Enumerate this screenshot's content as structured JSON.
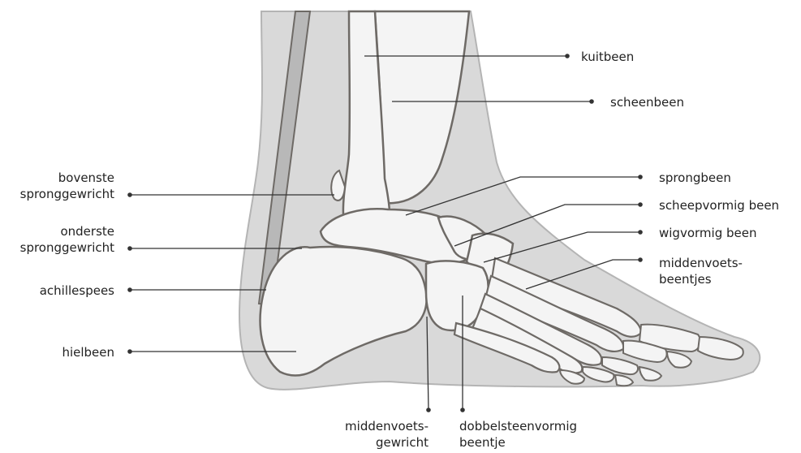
{
  "labels": {
    "kuitbeen": "kuitbeen",
    "scheenbeen": "scheenbeen",
    "sprongbeen": "sprongbeen",
    "scheepvormig_been": "scheepvormig been",
    "wigvormig_been": "wigvormig been",
    "middenvoetsbeentjes": [
      "middenvoets-",
      "beentjes"
    ],
    "bovenste_spronggewricht": [
      "bovenste",
      "spronggewricht"
    ],
    "onderste_spronggewricht": [
      "onderste",
      "spronggewricht"
    ],
    "achillespees": "achillespees",
    "hielbeen": "hielbeen",
    "middenvoetsgewricht": [
      "middenvoets-",
      "gewricht"
    ],
    "dobbelsteenvormig_beentje": [
      "dobbelsteenvormig",
      "beentje"
    ]
  },
  "colors": {
    "skin": "#d9d9d9",
    "skin_outline": "#b4b4b4",
    "bone": "#f4f4f4",
    "bone_outline": "#6e6a66",
    "tendon": "#b8b8b8",
    "leader": "#333333",
    "text": "#222222"
  }
}
